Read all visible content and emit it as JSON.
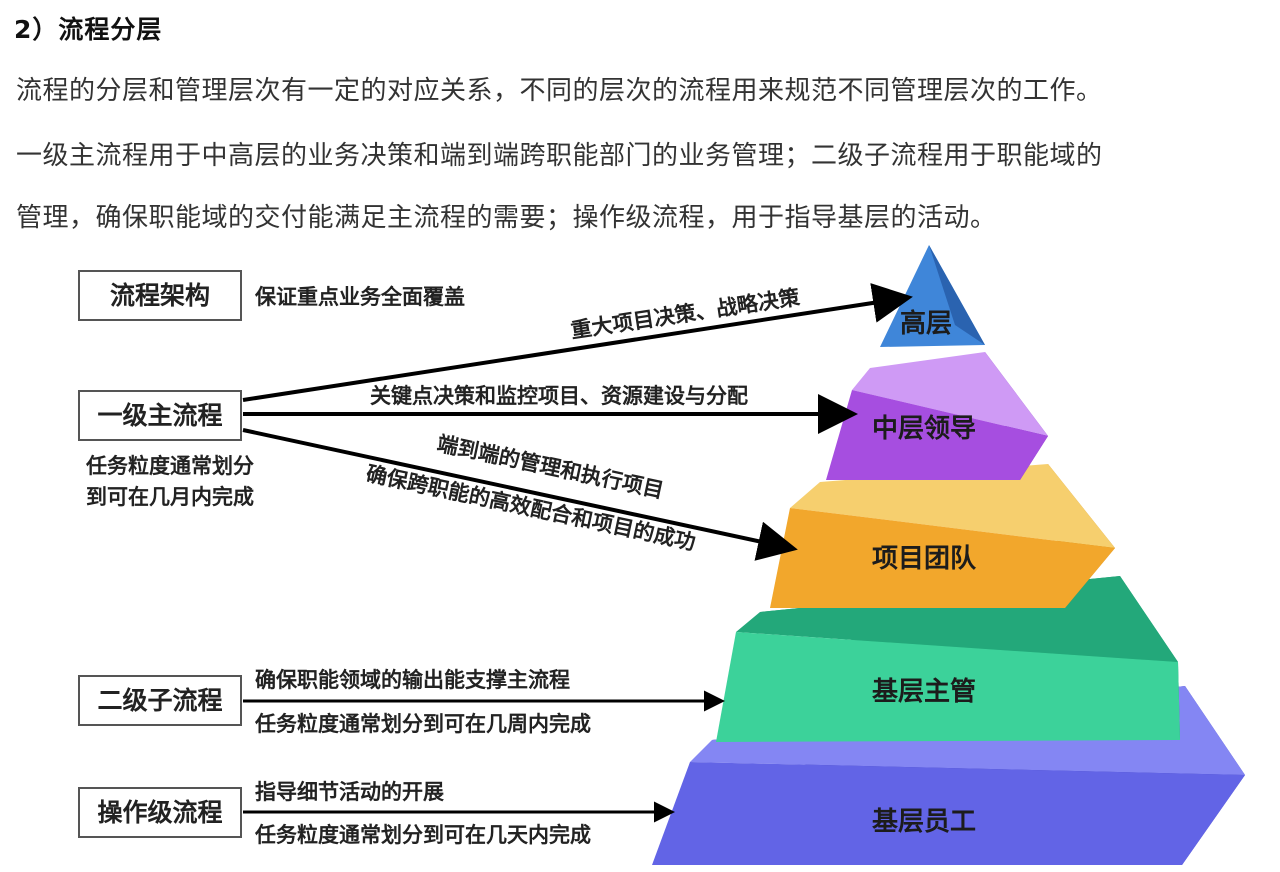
{
  "heading": "2）流程分层",
  "paragraphs": [
    "流程的分层和管理层次有一定的对应关系，不同的层次的流程用来规范不同管理层次的工作。",
    "一级主流程用于中高层的业务决策和端到端跨职能部门的业务管理；二级子流程用于职能域的",
    "管理，确保职能域的交付能满足主流程的需要；操作级流程，用于指导基层的活动。"
  ],
  "boxes": {
    "architecture": "流程架构",
    "level1": "一级主流程",
    "level2": "二级子流程",
    "operation": "操作级流程"
  },
  "notes": {
    "architecture": "保证重点业务全面覆盖",
    "level1_line1": "任务粒度通常划分",
    "level1_line2": "到可在几月内完成",
    "level2_top": "确保职能领域的输出能支撑主流程",
    "level2_bottom": "任务粒度通常划分到可在几周内完成",
    "operation_top": "指导细节活动的开展",
    "operation_bottom": "任务粒度通常划分到可在几天内完成"
  },
  "arrows": {
    "to_top": "重大项目决策、战略决策",
    "to_middle": "关键点决策和监控项目、资源建设与分配",
    "to_team_line1": "端到端的管理和执行项目",
    "to_team_line2": "确保跨职能的高效配合和项目的成功"
  },
  "pyramid": [
    {
      "label": "高层",
      "color": "#3f86d9"
    },
    {
      "label": "中层领导",
      "color": "#a64ee0"
    },
    {
      "label": "项目团队",
      "color": "#f2a72c"
    },
    {
      "label": "基层主管",
      "color": "#3cd29a"
    },
    {
      "label": "基层员工",
      "color": "#6264e6"
    }
  ]
}
